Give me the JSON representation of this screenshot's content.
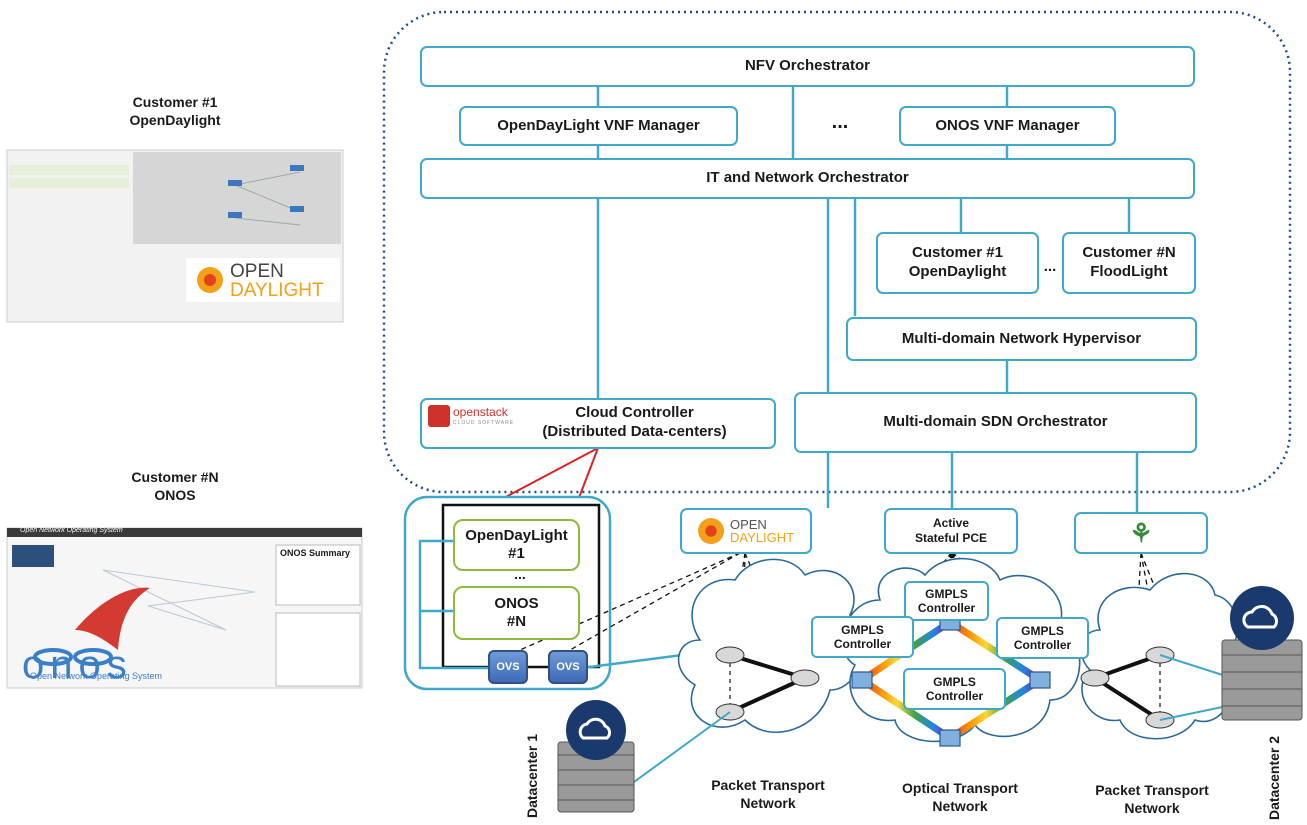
{
  "orchestration": {
    "nfv_orchestrator": "NFV Orchestrator",
    "odl_vnf_manager": "OpenDayLight VNF Manager",
    "ellipsis": "...",
    "onos_vnf_manager": "ONOS VNF Manager",
    "it_network_orchestrator": "IT and Network Orchestrator",
    "customer1_line1": "Customer #1",
    "customer1_line2": "OpenDaylight",
    "customer_ellipsis": "...",
    "customerN_line1": "Customer #N",
    "customerN_line2": "FloodLight",
    "hypervisor": "Multi-domain Network Hypervisor",
    "sdn_orchestrator": "Multi-domain SDN Orchestrator",
    "cloud_controller_line1": "Cloud Controller",
    "cloud_controller_line2": "(Distributed Data-centers)",
    "openstack_logo": "openstack",
    "openstack_tag": "CLOUD SOFTWARE"
  },
  "datacenter1": {
    "odl_line1": "OpenDayLight",
    "odl_line2": "#1",
    "ellipsis": "...",
    "onos_line1": "ONOS",
    "onos_line2": "#N",
    "ovs_1": "OVS",
    "ovs_2": "OVS",
    "label": "Datacenter 1"
  },
  "datacenter2": {
    "label": "Datacenter 2"
  },
  "controllers": {
    "odl_logo_line1": "OPEN",
    "odl_logo_line2": "DAYLIGHT",
    "pce_line1": "Active",
    "pce_line2": "Stateful PCE"
  },
  "gmpls": [
    {
      "line1": "GMPLS",
      "line2": "Controller"
    },
    {
      "line1": "GMPLS",
      "line2": "Controller"
    },
    {
      "line1": "GMPLS",
      "line2": "Controller"
    },
    {
      "line1": "GMPLS",
      "line2": "Controller"
    }
  ],
  "networks": {
    "packet_left_line1": "Packet Transport",
    "packet_left_line2": "Network",
    "optical_line1": "Optical Transport",
    "optical_line2": "Network",
    "packet_right_line1": "Packet Transport",
    "packet_right_line2": "Network"
  },
  "left_panel": {
    "customer1_title_line1": "Customer #1",
    "customer1_title_line2": "OpenDaylight",
    "customerN_title_line1": "Customer #N",
    "customerN_title_line2": "ONOS",
    "odl_logo_line1": "OPEN",
    "odl_logo_line2": "DAYLIGHT",
    "onos_header": "Open Network Operating System",
    "onos_summary": "ONOS Summary",
    "onos_logo": "onos",
    "onos_logo_sub": "Open Network Operating System"
  },
  "colors": {
    "box_border": "#3fa9c9",
    "green_border": "#8dbb3c",
    "dotted_frame": "#1f4e8c",
    "red_link": "#e02020",
    "cloud_fill": "#1a3a6e"
  }
}
